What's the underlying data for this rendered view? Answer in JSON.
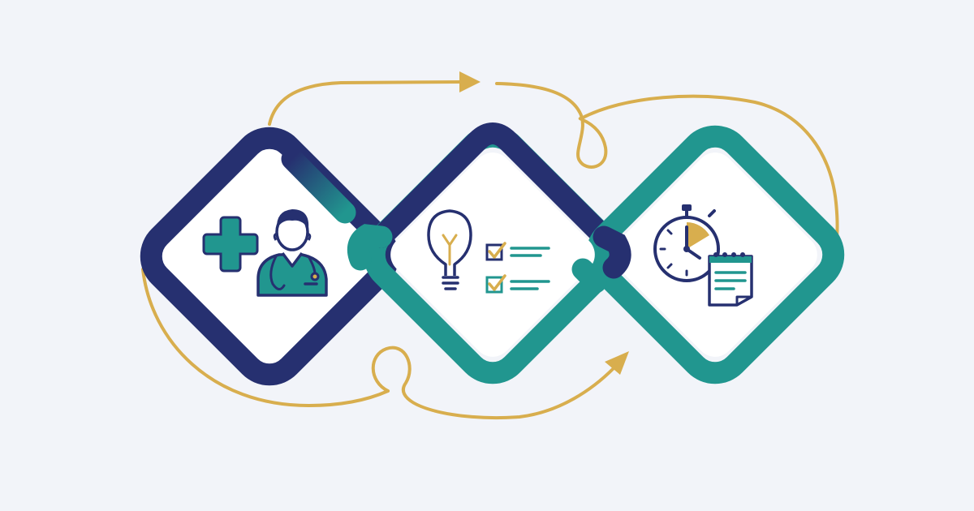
{
  "colors": {
    "background": "#F2F4F9",
    "navy": "#263070",
    "teal": "#21968F",
    "gold": "#D8AE4E",
    "paper": "#FFFFFF"
  },
  "diagram": {
    "type": "three-step process chain",
    "flow_direction": "left-to-right",
    "nodes": [
      {
        "id": "step-1",
        "order": 1,
        "outline_color": "navy",
        "icons": [
          "medical-cross-icon",
          "doctor-icon",
          "stethoscope-icon"
        ]
      },
      {
        "id": "step-2",
        "order": 2,
        "outline_color": "teal",
        "icons": [
          "lightbulb-icon",
          "checklist-icon"
        ]
      },
      {
        "id": "step-3",
        "order": 3,
        "outline_color": "teal",
        "icons": [
          "stopwatch-icon",
          "notepad-icon"
        ]
      }
    ],
    "connectors": [
      {
        "id": "arrow-top",
        "from": "step-1",
        "to": "step-2",
        "has_arrowhead": true,
        "has_loop": false
      },
      {
        "id": "arrow-bottom",
        "from": "step-2",
        "to": "step-3",
        "has_arrowhead": true,
        "has_loop": true
      },
      {
        "id": "loop-top",
        "from": "step-2",
        "to": "step-3",
        "has_arrowhead": false,
        "has_loop": true
      },
      {
        "id": "swoosh-outer",
        "from": "step-3",
        "to": "step-1",
        "has_arrowhead": false,
        "has_loop": false
      }
    ]
  }
}
